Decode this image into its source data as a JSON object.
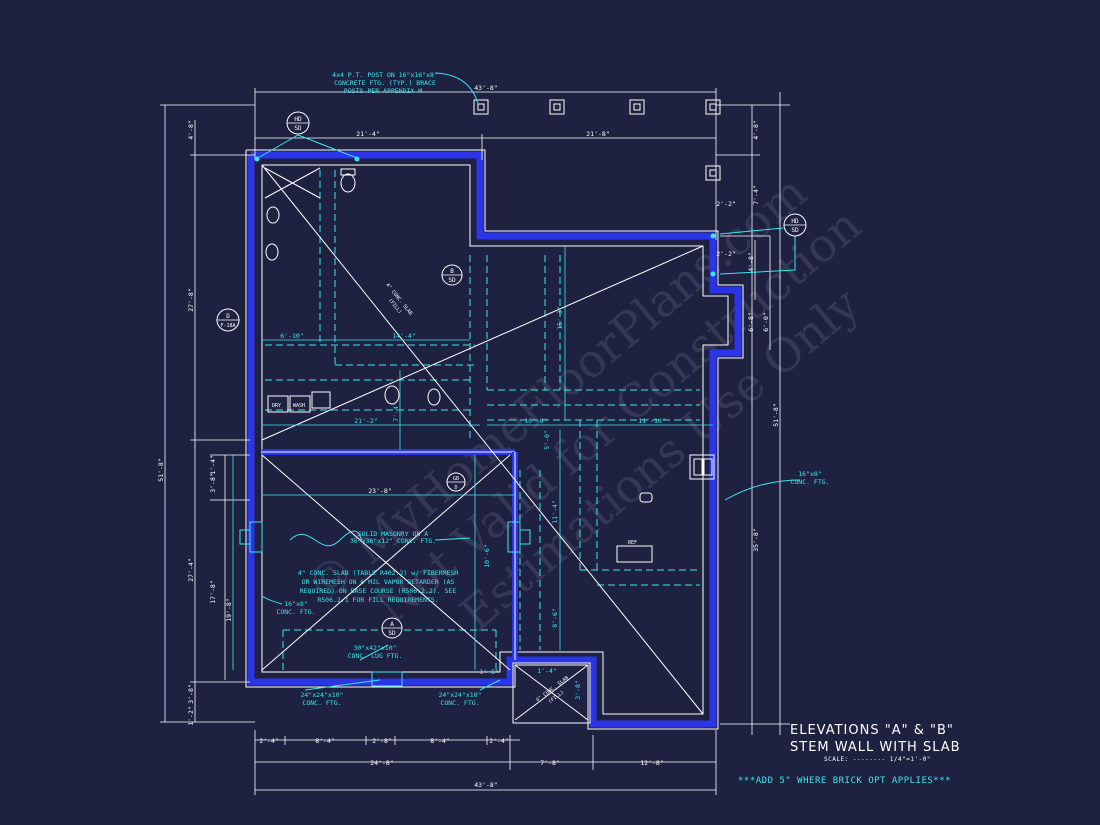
{
  "title_block": {
    "line1": "ELEVATIONS \"A\" & \"B\"",
    "line2": "STEM WALL WITH SLAB",
    "scale": "SCALE: -------- 1/4\"=1'-0\"",
    "brick_note": "***ADD 5\" WHERE BRICK OPT APPLIES***"
  },
  "notes": {
    "post_line1": "4x4 P.T. POST ON 16\"x16\"x8\"",
    "post_line2": "CONCRETE FTG. (TYP.) BRACE",
    "post_line3": "POSTS PER APPENDIX M.",
    "slab_diag": "4\" CONC. SLAB",
    "slab_diag2": "(FILL)",
    "masonry1": "SOLID MASONRY ON A",
    "masonry2": "36\"x36\"x12\" CONC. FTG.",
    "slab1": "4\" CONC. SLAB (TABLE R402.2) w/ FIBERMESH",
    "slab2": "OR WIREMESH ON 6 MIL VAPOR RETARDER (AS",
    "slab3": "REQUIRED) ON BASE COURSE (R506.2.2). SEE",
    "slab4": "R506.2.1 FOR FILL REQUIREMENTS.",
    "ftg16a": "16\"x8\"",
    "ftg16b": "CONC. FTG.",
    "ftg16r_a": "16\"x8\"",
    "ftg16r_b": "CONC. FTG.",
    "lug1": "30\"x42\"x10\"",
    "lug2": "CONC. LUG FTG.",
    "ftg24l_1": "24\"x24\"x10\"",
    "ftg24l_2": "CONC. FTG.",
    "ftg24r_1": "24\"x24\"x10\"",
    "ftg24r_2": "CONC. FTG.",
    "small_slab1": "4\" CONC. SLAB",
    "small_slab2": "(FILL)",
    "dry": "DRY",
    "wash": "WASH",
    "ref": "REF"
  },
  "markers": {
    "hd_top_a": "HD",
    "hd_top_b": "SD",
    "hd_right_a": "HD",
    "hd_right_b": "SD",
    "b_a": "B",
    "b_b": "SD",
    "d_a": "D",
    "d_b": "F-18A",
    "a_a": "A",
    "a_b": "SD",
    "gb_a": "GB",
    "gb_b": "D"
  },
  "dimensions": {
    "top_overall": "43'-8\"",
    "top_left": "21'-4\"",
    "top_right": "21'-8\"",
    "left_top": "4'-8\"",
    "left_mid": "27'-8\"",
    "left_overall": "51'-8\"",
    "left_low": "27'-4\"",
    "left_small1": "1'-4\"",
    "left_small2": "3'-8\"",
    "left_small3": "3'-8\"",
    "left_17": "17'-8\"",
    "left_19": "19'-8\"",
    "left_bot1": "3'-8\"",
    "left_bot2": "1'-2\"",
    "right_top": "4'-8\"",
    "right_74": "7'-4\"",
    "right_overall": "51'-8\"",
    "right_35": "35'-8\"",
    "right_22": "2'-2\"",
    "right_22b": "2'-2\"",
    "right_48": "4'-8\"",
    "right_68": "6'-8\"",
    "right_60": "6'-0\"",
    "bot_24a": "2'-4\"",
    "bot_84a": "8'-4\"",
    "bot_28": "2'-8\"",
    "bot_84b": "8'-4\"",
    "bot_24b": "2'-4\"",
    "bot_246": "24'-8\"",
    "bot_78": "7'-8\"",
    "bot_128": "12'-8\"",
    "bot_overall": "43'-8\"",
    "in_610": "6'-10\"",
    "in_144": "14'-4\"",
    "in_212": "21'-2\"",
    "in_100": "10'-0\"",
    "in_1110": "11'-10\"",
    "in_238": "23'-8\"",
    "in_153": "15'-3\"",
    "in_74": "7'-4\"",
    "in_50": "5'-0\"",
    "in_114": "11'-4\"",
    "in_86": "8'-6\"",
    "in_106": "10'-6\"",
    "in_14": "1'-4\"",
    "in_18": "1'-8\"",
    "in_38": "3'-8\""
  },
  "watermark": {
    "line1": "© MyHomeFloorPlans.com",
    "line2": "Not Valid for Construction",
    "line3": "Estimations Use Only"
  },
  "colors": {
    "background": "#1e2140",
    "wall": "#2a34e8",
    "line": "#ffffff",
    "accent": "#39e6ee"
  }
}
